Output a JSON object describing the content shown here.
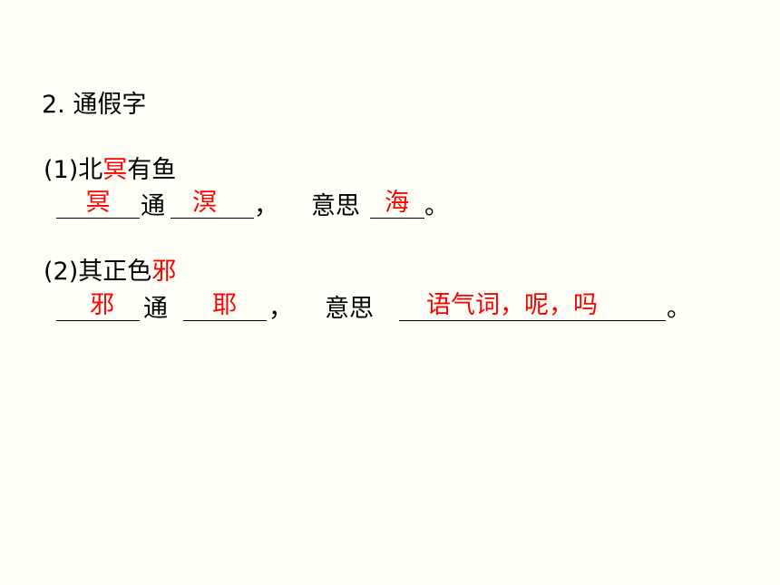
{
  "heading": "2. 通假字",
  "item1": {
    "prefix": "(1)北",
    "highlight": "冥",
    "suffix": "有鱼",
    "blank1": "冥",
    "connector": "通",
    "blank2": "溟",
    "comma": "，",
    "meaning_label": "意思",
    "blank3": "海",
    "period": "。"
  },
  "item2": {
    "prefix": "(2)其正色",
    "highlight": "邪",
    "blank1": "邪",
    "connector": "通",
    "blank2": "耶",
    "comma": "，",
    "meaning_label": "意思",
    "blank3": "语气词，呢，吗",
    "period": "。"
  },
  "colors": {
    "answer": "#ff0000",
    "text": "#000000",
    "background": "#fffff7"
  }
}
